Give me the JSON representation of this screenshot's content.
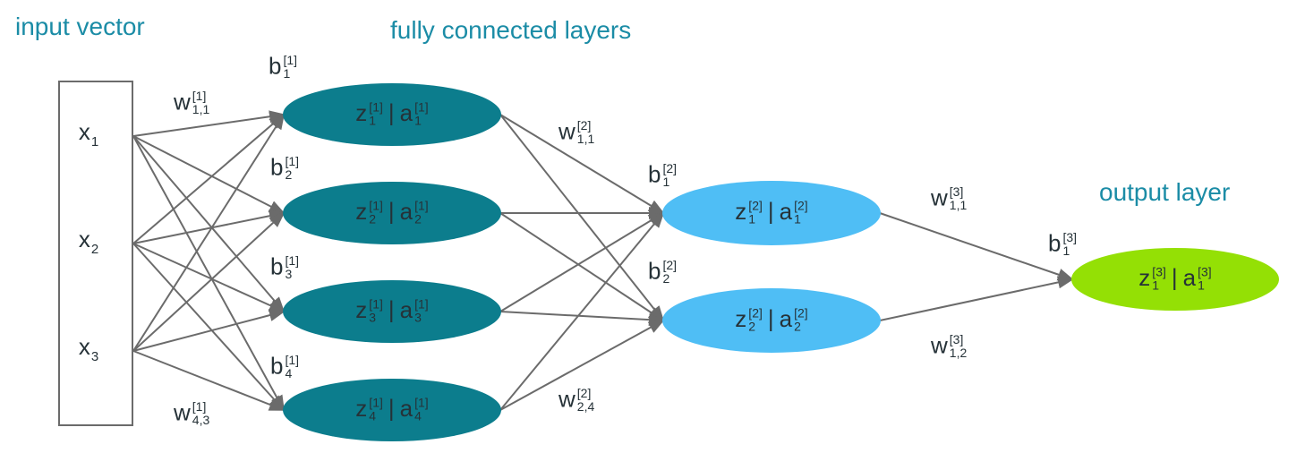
{
  "headings": {
    "input_vector": "input vector",
    "fully_connected": "fully connected layers",
    "output_layer": "output layer"
  },
  "colors": {
    "heading": "#1b8ca6",
    "layer1Fill": "#0c7d8d",
    "layer2Fill": "#4fbef5",
    "outputFill": "#94e005",
    "edge": "#6b6b6b",
    "text": "#263238",
    "boxBorder": "#6b6b6b",
    "background": "#ffffff"
  },
  "input": {
    "items": [
      {
        "base": "x",
        "sub": "1"
      },
      {
        "base": "x",
        "sub": "2"
      },
      {
        "base": "x",
        "sub": "3"
      }
    ]
  },
  "layer1": {
    "nodes": [
      {
        "z": "z",
        "z_sub": "1",
        "z_sup": "[1]",
        "sep": "|",
        "a": "a",
        "a_sub": "1",
        "a_sup": "[1]",
        "bias": {
          "base": "b",
          "sub": "1",
          "sup": "[1]"
        }
      },
      {
        "z": "z",
        "z_sub": "2",
        "z_sup": "[1]",
        "sep": "|",
        "a": "a",
        "a_sub": "2",
        "a_sup": "[1]",
        "bias": {
          "base": "b",
          "sub": "2",
          "sup": "[1]"
        }
      },
      {
        "z": "z",
        "z_sub": "3",
        "z_sup": "[1]",
        "sep": "|",
        "a": "a",
        "a_sub": "3",
        "a_sup": "[1]",
        "bias": {
          "base": "b",
          "sub": "3",
          "sup": "[1]"
        }
      },
      {
        "z": "z",
        "z_sub": "4",
        "z_sup": "[1]",
        "sep": "|",
        "a": "a",
        "a_sub": "4",
        "a_sup": "[1]",
        "bias": {
          "base": "b",
          "sub": "4",
          "sup": "[1]"
        }
      }
    ]
  },
  "layer2": {
    "nodes": [
      {
        "z": "z",
        "z_sub": "1",
        "z_sup": "[2]",
        "sep": "|",
        "a": "a",
        "a_sub": "1",
        "a_sup": "[2]",
        "bias": {
          "base": "b",
          "sub": "1",
          "sup": "[2]"
        }
      },
      {
        "z": "z",
        "z_sub": "2",
        "z_sup": "[2]",
        "sep": "|",
        "a": "a",
        "a_sub": "2",
        "a_sup": "[2]",
        "bias": {
          "base": "b",
          "sub": "2",
          "sup": "[2]"
        }
      }
    ]
  },
  "output": {
    "nodes": [
      {
        "z": "z",
        "z_sub": "1",
        "z_sup": "[3]",
        "sep": "|",
        "a": "a",
        "a_sub": "1",
        "a_sup": "[3]",
        "bias": {
          "base": "b",
          "sub": "1",
          "sup": "[3]"
        }
      }
    ]
  },
  "weights": {
    "w11_1": {
      "base": "w",
      "sub": "1,1",
      "sup": "[1]"
    },
    "w43_1": {
      "base": "w",
      "sub": "4,3",
      "sup": "[1]"
    },
    "w11_2": {
      "base": "w",
      "sub": "1,1",
      "sup": "[2]"
    },
    "w24_2": {
      "base": "w",
      "sub": "2,4",
      "sup": "[2]"
    },
    "w11_3": {
      "base": "w",
      "sub": "1,1",
      "sup": "[3]"
    },
    "w12_3": {
      "base": "w",
      "sub": "1,2",
      "sup": "[3]"
    }
  }
}
